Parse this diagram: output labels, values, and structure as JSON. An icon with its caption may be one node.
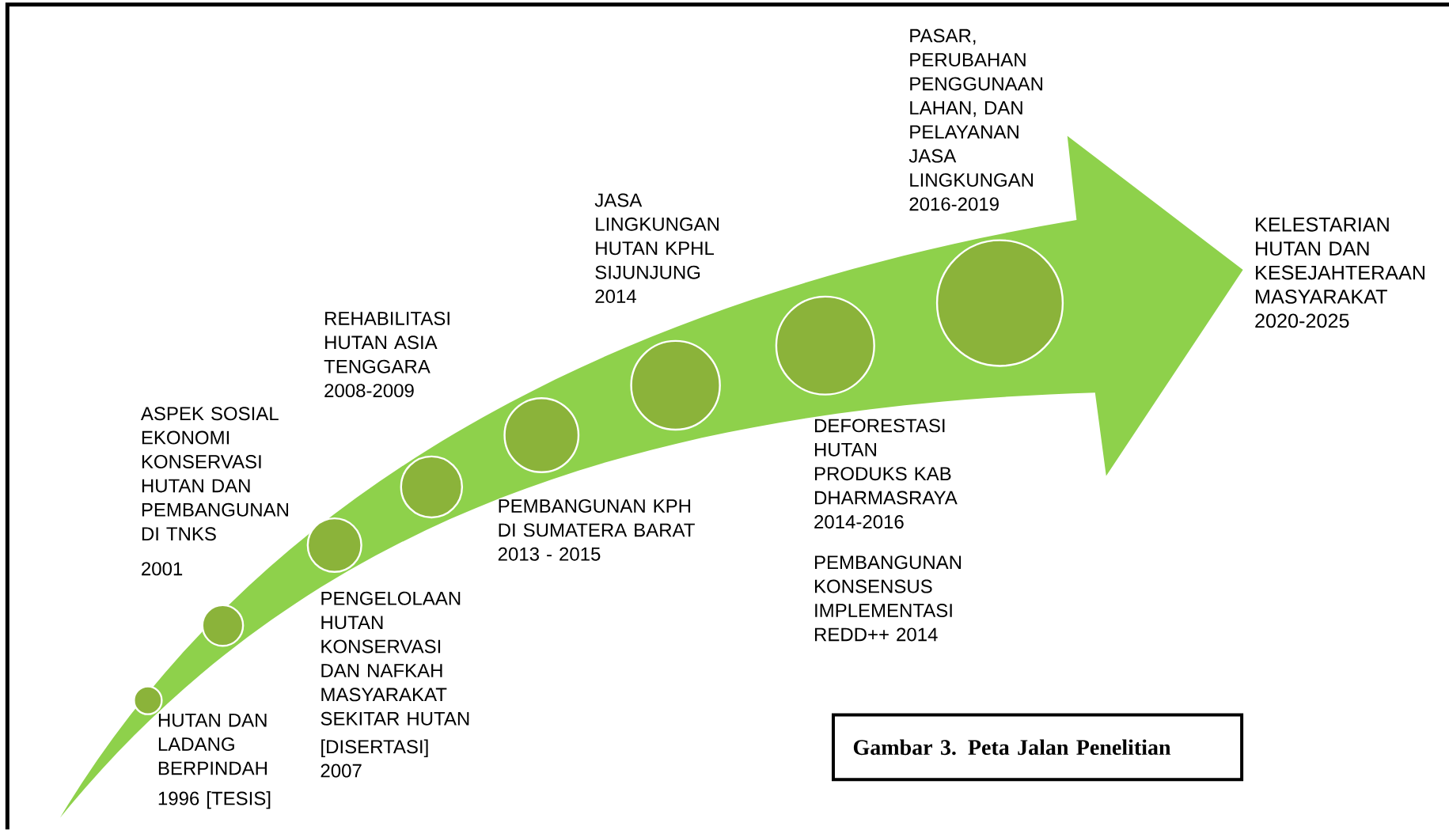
{
  "diagram": {
    "caption": "Gambar 3. Peta Jalan Penelitian",
    "nodes": [
      {
        "text": [],
        "shape": "circle",
        "beside": [
          "HUTAN DAN LADANG BERPINDAH",
          "1996 [TESIS]"
        ]
      },
      {
        "text": [],
        "shape": "circle",
        "beside": [
          "ASPEK SOSIAL EKONOMI KONSERVASI HUTAN DAN PEMBANGUNAN DI TNKS",
          "2001"
        ]
      },
      {
        "text": [],
        "shape": "circle",
        "beside": [
          "PENGELOLAAN HUTAN KONSERVASI DAN NAFKAH MASYARAKAT SEKITAR HUTAN",
          "[DISERTASI] 2007"
        ]
      },
      {
        "text": [],
        "shape": "circle",
        "beside": [
          "REHABILITASI HUTAN ASIA TENGGARA 2008-2009"
        ]
      },
      {
        "text": [],
        "shape": "circle",
        "beside": [
          "PEMBANGUNAN KPH DI SUMATERA BARAT 2013 - 2015"
        ]
      },
      {
        "text": [],
        "shape": "circle",
        "beside": [
          "JASA LINGKUNGAN HUTAN KPHL SIJUNJUNG 2014"
        ]
      },
      {
        "text": [],
        "shape": "circle",
        "beside": [
          "DEFORESTASI HUTAN PRODUKS KAB DHARMASRAYA 2014-2016",
          "PEMBANGUNAN KONSENSUS IMPLEMENTASI REDD++ 2014"
        ]
      },
      {
        "text": [],
        "shape": "circle",
        "beside": [
          "PASAR, PERUBAHAN PENGGUNAAN LAHAN, DAN PELAYANAN JASA LINGKUNGAN 2016-2019"
        ]
      }
    ],
    "labels": [
      "KELESTARIAN HUTAN DAN KESEJAHTERAAN MASYARAKAT 2020-2025"
    ]
  }
}
